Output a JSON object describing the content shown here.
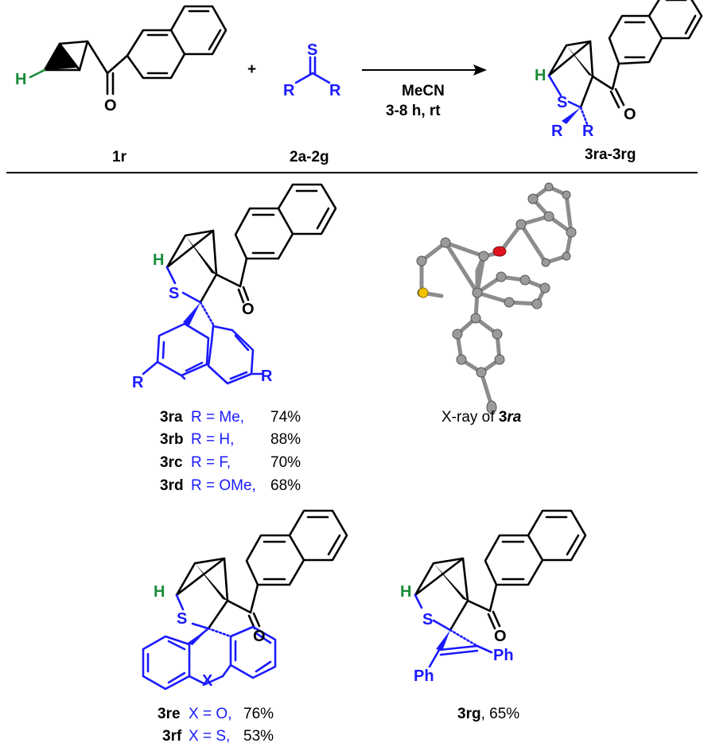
{
  "scheme": {
    "reactant1_label": "1r",
    "plus": "+",
    "reactant2_label": "2a-2g",
    "conditions_line1": "MeCN",
    "conditions_line2": "3-8 h, rt",
    "product_label": "3ra-3rg"
  },
  "atoms": {
    "H": "H",
    "S": "S",
    "O": "O",
    "R": "R",
    "X": "X",
    "Ph": "Ph"
  },
  "products_3ra_3rd": [
    {
      "code": "3ra",
      "sub": "R = Me,",
      "yield": "74%"
    },
    {
      "code": "3rb",
      "sub": "R = H,",
      "yield": "88%"
    },
    {
      "code": "3rc",
      "sub": "R = F,",
      "yield": "70%"
    },
    {
      "code": "3rd",
      "sub": "R = OMe,",
      "yield": "68%"
    }
  ],
  "xray": {
    "caption_prefix": "X-ray of ",
    "caption_bold": "3",
    "caption_italic": "ra"
  },
  "products_3re_3rf": [
    {
      "code": "3re",
      "sub": "X = O,",
      "yield": "76%"
    },
    {
      "code": "3rf",
      "sub": "X = S,",
      "yield": "53%"
    }
  ],
  "product_3rg": {
    "code": "3rg",
    "yield": ", 65%"
  },
  "colors": {
    "blue": "#1a1aff",
    "green": "#1a8c3a",
    "oxygen_red": "#e0141e",
    "sulfur_yellow": "#f2c200"
  }
}
